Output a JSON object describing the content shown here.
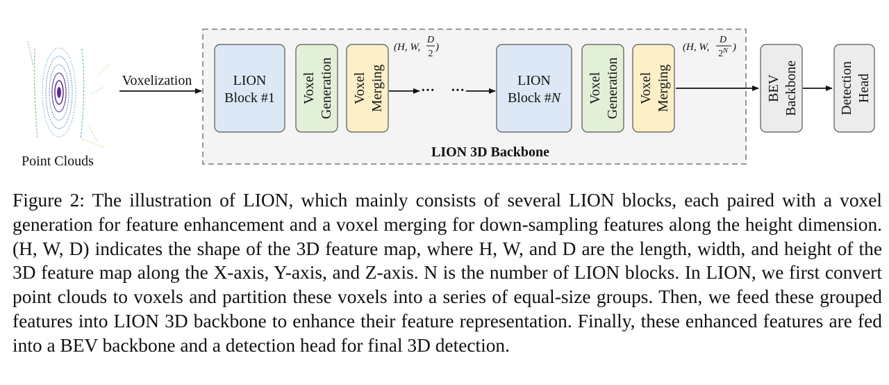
{
  "diagram": {
    "input_label": "Point Clouds",
    "voxelization_label": "Voxelization",
    "backbone_label": "LION 3D Backbone",
    "block1": {
      "line1": "LION",
      "line2": "Block #1"
    },
    "blockN": {
      "line1": "LION",
      "line2": "Block #",
      "line2_var": "N"
    },
    "voxel_generation": {
      "line1": "Voxel",
      "line2": "Generation"
    },
    "voxel_merging": {
      "line1": "Voxel",
      "line2": "Merging"
    },
    "ellipsis": "···",
    "shape1": {
      "prefix": "(H, W,",
      "num": "D",
      "den": "2",
      "suffix": ")"
    },
    "shape2": {
      "prefix": "(H, W,",
      "num": "D",
      "den": "2",
      "den_sup": "N",
      "suffix": ")"
    },
    "bev": {
      "line1": "BEV",
      "line2": "Backbone"
    },
    "head": {
      "line1": "Detection",
      "line2": "Head"
    }
  },
  "caption": {
    "text": "Figure 2: The illustration of LION, which mainly consists of several LION blocks, each paired with a voxel generation for feature enhancement and a voxel merging for down-sampling features along the height dimension. (H, W, D) indicates the shape of the 3D feature map, where H, W, and D are the length, width, and height of the 3D feature map along the X-axis, Y-axis, and Z-axis. N is the number of LION blocks. In LION, we first convert point clouds to voxels and partition these voxels into a series of equal-size groups. Then, we feed these grouped features into LION 3D backbone to enhance their feature representation. Finally, these enhanced features are fed into a BEV backbone and a detection head for final 3D detection."
  },
  "colors": {
    "block_fill": "#dce8f5",
    "generation_fill": "#e3f0d8",
    "merging_fill": "#fdf0c8",
    "gray_fill": "#ececec",
    "backbone_fill": "#f4f4f4",
    "point_cloud_center": "#5a2c8c"
  }
}
